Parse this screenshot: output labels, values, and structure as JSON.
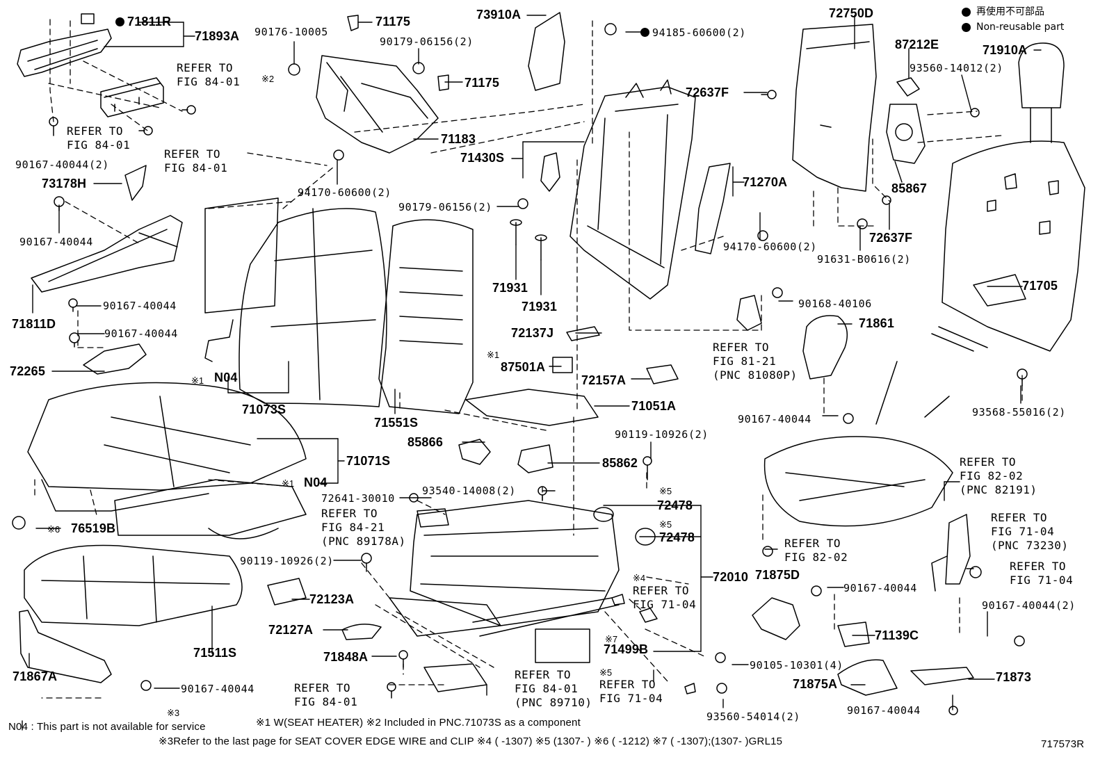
{
  "legend": {
    "japanese": "再使用不可部品",
    "english": "Non-reusable part"
  },
  "callouts": {
    "c71811R": "71811R",
    "c71893A": "71893A",
    "c90176": "90176-10005",
    "c71175a": "71175",
    "c90179a": "90179-06156(2)",
    "c73910A": "73910A",
    "c94185": "94185-60600(2)",
    "c72750D": "72750D",
    "c87212E": "87212E",
    "c71910A": "71910A",
    "c93560a": "93560-14012(2)",
    "c71175b": "71175",
    "c72637Fa": "72637F",
    "c71183": "71183",
    "c71430S": "71430S",
    "c71270A": "71270A",
    "c90179b": "90179-06156(2)",
    "c94170b": "94170-60600(2)",
    "c91631": "91631-B0616(2)",
    "c72637Fb": "72637F",
    "c85867": "85867",
    "c94170a": "94170-60600(2)",
    "c73178H": "73178H",
    "c90167a": "90167-40044(2)",
    "c90167b": "90167-40044",
    "c90167c": "90167-40044",
    "c90167d": "90167-40044",
    "c71811D": "71811D",
    "c72265": "72265",
    "c71931a": "71931",
    "c71931b": "71931",
    "c71705": "71705",
    "c90168": "90168-40106",
    "c71861": "71861",
    "c72137J": "72137J",
    "c87501A": "87501A",
    "c72157A": "72157A",
    "c71051A": "71051A",
    "cN04a": "N04",
    "c71073S": "71073S",
    "c71551S": "71551S",
    "c93568": "93568-55016(2)",
    "c90167e": "90167-40044",
    "c85866": "85866",
    "c90119a": "90119-10926(2)",
    "c85862": "85862",
    "c71071S": "71071S",
    "cN04b": "N04",
    "c93540": "93540-14008(2)",
    "c72641": "72641-30010",
    "c72478a": "72478",
    "c72478b": "72478",
    "c76519B": "76519B",
    "c90119b": "90119-10926(2)",
    "c72010": "72010",
    "c71875D": "71875D",
    "c90167f": "90167-40044",
    "c72123A": "72123A",
    "c71139C": "71139C",
    "c72127A": "72127A",
    "c90167g": "90167-40044(2)",
    "c71511S": "71511S",
    "c71499B": "71499B",
    "c71848A": "71848A",
    "c90105": "90105-10301(4)",
    "c71867A": "71867A",
    "c90167h": "90167-40044",
    "c71875A": "71875A",
    "c71873": "71873",
    "c93560b": "93560-54014(2)",
    "c90167i": "90167-40044"
  },
  "refer": {
    "r1": "REFER TO\nFIG 84-01",
    "r2": "REFER TO\nFIG 84-01",
    "r3": "REFER TO\nFIG 84-01",
    "r4": "REFER TO\nFIG 81-21\n(PNC 81080P)",
    "r5": "REFER TO\nFIG 82-02\n(PNC 82191)",
    "r6": "REFER TO\nFIG 84-21\n(PNC 89178A)",
    "r7": "REFER TO\nFIG 82-02",
    "r8": "REFER TO\nFIG 71-04\n(PNC 73230)",
    "r9": "REFER TO\nFIG 71-04",
    "r10": "REFER TO\nFIG 71-04",
    "r11": "REFER TO\nFIG 84-01",
    "r12": "REFER TO\nFIG 84-01\n(PNC 89710)",
    "r13": "REFER TO\nFIG 71-04"
  },
  "marks": {
    "m1a": "※1",
    "m1b": "※1",
    "m1c": "※1",
    "m2": "※2",
    "m3": "※3",
    "m4": "※4",
    "m5a": "※5",
    "m5b": "※5",
    "m5c": "※5",
    "m6": "※6",
    "m7": "※7"
  },
  "notes": {
    "n04": "N04 : This part is not available for service",
    "line1": "※1 W(SEAT HEATER) ※2 Included in PNC.71073S as a component",
    "line2": "※3Refer to the last page for SEAT COVER EDGE WIRE and CLIP ※4 (      -1307) ※5 (1307-      ) ※6 (      -1212) ※7 (      -1307);(1307-      )GRL15",
    "code": "717573R"
  }
}
